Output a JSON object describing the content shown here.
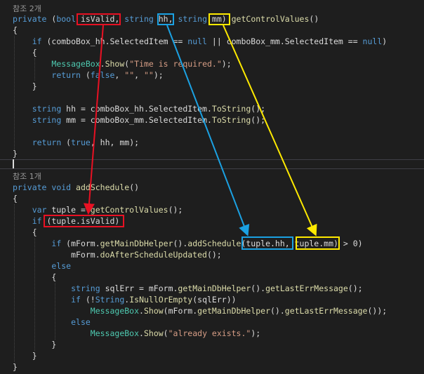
{
  "editor": {
    "language": "C#",
    "colors": {
      "background": "#1e1e1e",
      "keyword": "#569cd6",
      "method": "#dcdcaa",
      "type": "#4ec9b0",
      "string": "#d69d85",
      "text": "#dcdcdc",
      "codelens": "#999999"
    },
    "annotation_colors": {
      "red": "#e81123",
      "blue": "#1ba1e2",
      "yellow": "#ffea00"
    },
    "lines": [
      {
        "id": "l1",
        "type": "lens",
        "tokens": [
          [
            "lens",
            "참조 2개"
          ]
        ]
      },
      {
        "id": "l2",
        "tokens": [
          [
            "kw",
            "private"
          ],
          [
            "id",
            " ("
          ],
          [
            "kw",
            "bool"
          ],
          [
            "id",
            " isValid, "
          ],
          [
            "kw",
            "string"
          ],
          [
            "id",
            " hh, "
          ],
          [
            "kw",
            "string"
          ],
          [
            "id",
            " mm) "
          ],
          [
            "fn",
            "getControlValues"
          ],
          [
            "id",
            "()"
          ]
        ]
      },
      {
        "id": "l3",
        "tokens": [
          [
            "id",
            "{"
          ]
        ]
      },
      {
        "id": "l4",
        "tokens": [
          [
            "id",
            "    "
          ],
          [
            "kw",
            "if"
          ],
          [
            "id",
            " (comboBox_hh.SelectedItem == "
          ],
          [
            "kw",
            "null"
          ],
          [
            "id",
            " || comboBox_mm.SelectedItem == "
          ],
          [
            "kw",
            "null"
          ],
          [
            "id",
            ")"
          ]
        ]
      },
      {
        "id": "l5",
        "tokens": [
          [
            "id",
            "    {"
          ]
        ]
      },
      {
        "id": "l6",
        "tokens": [
          [
            "id",
            "        "
          ],
          [
            "ty",
            "MessageBox"
          ],
          [
            "id",
            "."
          ],
          [
            "fn",
            "Show"
          ],
          [
            "id",
            "("
          ],
          [
            "str",
            "\"Time is required.\""
          ],
          [
            "id",
            ");"
          ]
        ]
      },
      {
        "id": "l7",
        "tokens": [
          [
            "id",
            "        "
          ],
          [
            "kw",
            "return"
          ],
          [
            "id",
            " ("
          ],
          [
            "kw",
            "false"
          ],
          [
            "id",
            ", "
          ],
          [
            "str",
            "\"\""
          ],
          [
            "id",
            ", "
          ],
          [
            "str",
            "\"\""
          ],
          [
            "id",
            ");"
          ]
        ]
      },
      {
        "id": "l8",
        "tokens": [
          [
            "id",
            "    }"
          ]
        ]
      },
      {
        "id": "l9",
        "tokens": []
      },
      {
        "id": "l10",
        "tokens": [
          [
            "id",
            "    "
          ],
          [
            "kw",
            "string"
          ],
          [
            "id",
            " hh = comboBox_hh.SelectedItem."
          ],
          [
            "fn",
            "ToString"
          ],
          [
            "id",
            "();"
          ]
        ]
      },
      {
        "id": "l11",
        "tokens": [
          [
            "id",
            "    "
          ],
          [
            "kw",
            "string"
          ],
          [
            "id",
            " mm = comboBox_mm.SelectedItem."
          ],
          [
            "fn",
            "ToString"
          ],
          [
            "id",
            "();"
          ]
        ]
      },
      {
        "id": "l12",
        "tokens": []
      },
      {
        "id": "l13",
        "tokens": [
          [
            "id",
            "    "
          ],
          [
            "kw",
            "return"
          ],
          [
            "id",
            " ("
          ],
          [
            "kw",
            "true"
          ],
          [
            "id",
            ", hh, mm);"
          ]
        ]
      },
      {
        "id": "l14",
        "tokens": [
          [
            "id",
            "}"
          ]
        ]
      },
      {
        "id": "l15",
        "type": "lens",
        "tokens": [
          [
            "lens",
            "참조 1개"
          ]
        ]
      },
      {
        "id": "l16",
        "tokens": [
          [
            "kw",
            "private"
          ],
          [
            "id",
            " "
          ],
          [
            "kw",
            "void"
          ],
          [
            "id",
            " "
          ],
          [
            "fn",
            "addSchedule"
          ],
          [
            "id",
            "()"
          ]
        ]
      },
      {
        "id": "l17",
        "tokens": [
          [
            "id",
            "{"
          ]
        ]
      },
      {
        "id": "l18",
        "tokens": [
          [
            "id",
            "    "
          ],
          [
            "kw",
            "var"
          ],
          [
            "id",
            " tuple = "
          ],
          [
            "fn",
            "getControlValues"
          ],
          [
            "id",
            "();"
          ]
        ]
      },
      {
        "id": "l19",
        "tokens": [
          [
            "id",
            "    "
          ],
          [
            "kw",
            "if"
          ],
          [
            "id",
            " (tuple.isValid)"
          ]
        ]
      },
      {
        "id": "l20",
        "tokens": [
          [
            "id",
            "    {"
          ]
        ]
      },
      {
        "id": "l21",
        "tokens": [
          [
            "id",
            "        "
          ],
          [
            "kw",
            "if"
          ],
          [
            "id",
            " (mForm."
          ],
          [
            "fn",
            "getMainDbHelper"
          ],
          [
            "id",
            "()."
          ],
          [
            "fn",
            "addSchedule"
          ],
          [
            "id",
            "(tuple.hh, tuple.mm) > 0)"
          ]
        ]
      },
      {
        "id": "l22",
        "tokens": [
          [
            "id",
            "            mForm."
          ],
          [
            "fn",
            "doAfterScheduleUpdated"
          ],
          [
            "id",
            "();"
          ]
        ]
      },
      {
        "id": "l23",
        "tokens": [
          [
            "id",
            "        "
          ],
          [
            "kw",
            "else"
          ]
        ]
      },
      {
        "id": "l24",
        "tokens": [
          [
            "id",
            "        {"
          ]
        ]
      },
      {
        "id": "l25",
        "tokens": [
          [
            "id",
            "            "
          ],
          [
            "kw",
            "string"
          ],
          [
            "id",
            " sqlErr = mForm."
          ],
          [
            "fn",
            "getMainDbHelper"
          ],
          [
            "id",
            "()."
          ],
          [
            "fn",
            "getLastErrMessage"
          ],
          [
            "id",
            "();"
          ]
        ]
      },
      {
        "id": "l26",
        "tokens": [
          [
            "id",
            "            "
          ],
          [
            "kw",
            "if"
          ],
          [
            "id",
            " (!"
          ],
          [
            "kw",
            "String"
          ],
          [
            "id",
            "."
          ],
          [
            "fn",
            "IsNullOrEmpty"
          ],
          [
            "id",
            "(sqlErr))"
          ]
        ]
      },
      {
        "id": "l27",
        "tokens": [
          [
            "id",
            "                "
          ],
          [
            "ty",
            "MessageBox"
          ],
          [
            "id",
            "."
          ],
          [
            "fn",
            "Show"
          ],
          [
            "id",
            "(mForm."
          ],
          [
            "fn",
            "getMainDbHelper"
          ],
          [
            "id",
            "()."
          ],
          [
            "fn",
            "getLastErrMessage"
          ],
          [
            "id",
            "());"
          ]
        ]
      },
      {
        "id": "l28",
        "tokens": [
          [
            "id",
            "            "
          ],
          [
            "kw",
            "else"
          ]
        ]
      },
      {
        "id": "l29",
        "tokens": [
          [
            "id",
            "                "
          ],
          [
            "ty",
            "MessageBox"
          ],
          [
            "id",
            "."
          ],
          [
            "fn",
            "Show"
          ],
          [
            "id",
            "("
          ],
          [
            "str",
            "\"already exists.\""
          ],
          [
            "id",
            ");"
          ]
        ]
      },
      {
        "id": "l30",
        "tokens": [
          [
            "id",
            "        }"
          ]
        ]
      },
      {
        "id": "l31",
        "tokens": [
          [
            "id",
            "    }"
          ]
        ]
      },
      {
        "id": "l32",
        "tokens": [
          [
            "id",
            "}"
          ]
        ]
      }
    ]
  }
}
